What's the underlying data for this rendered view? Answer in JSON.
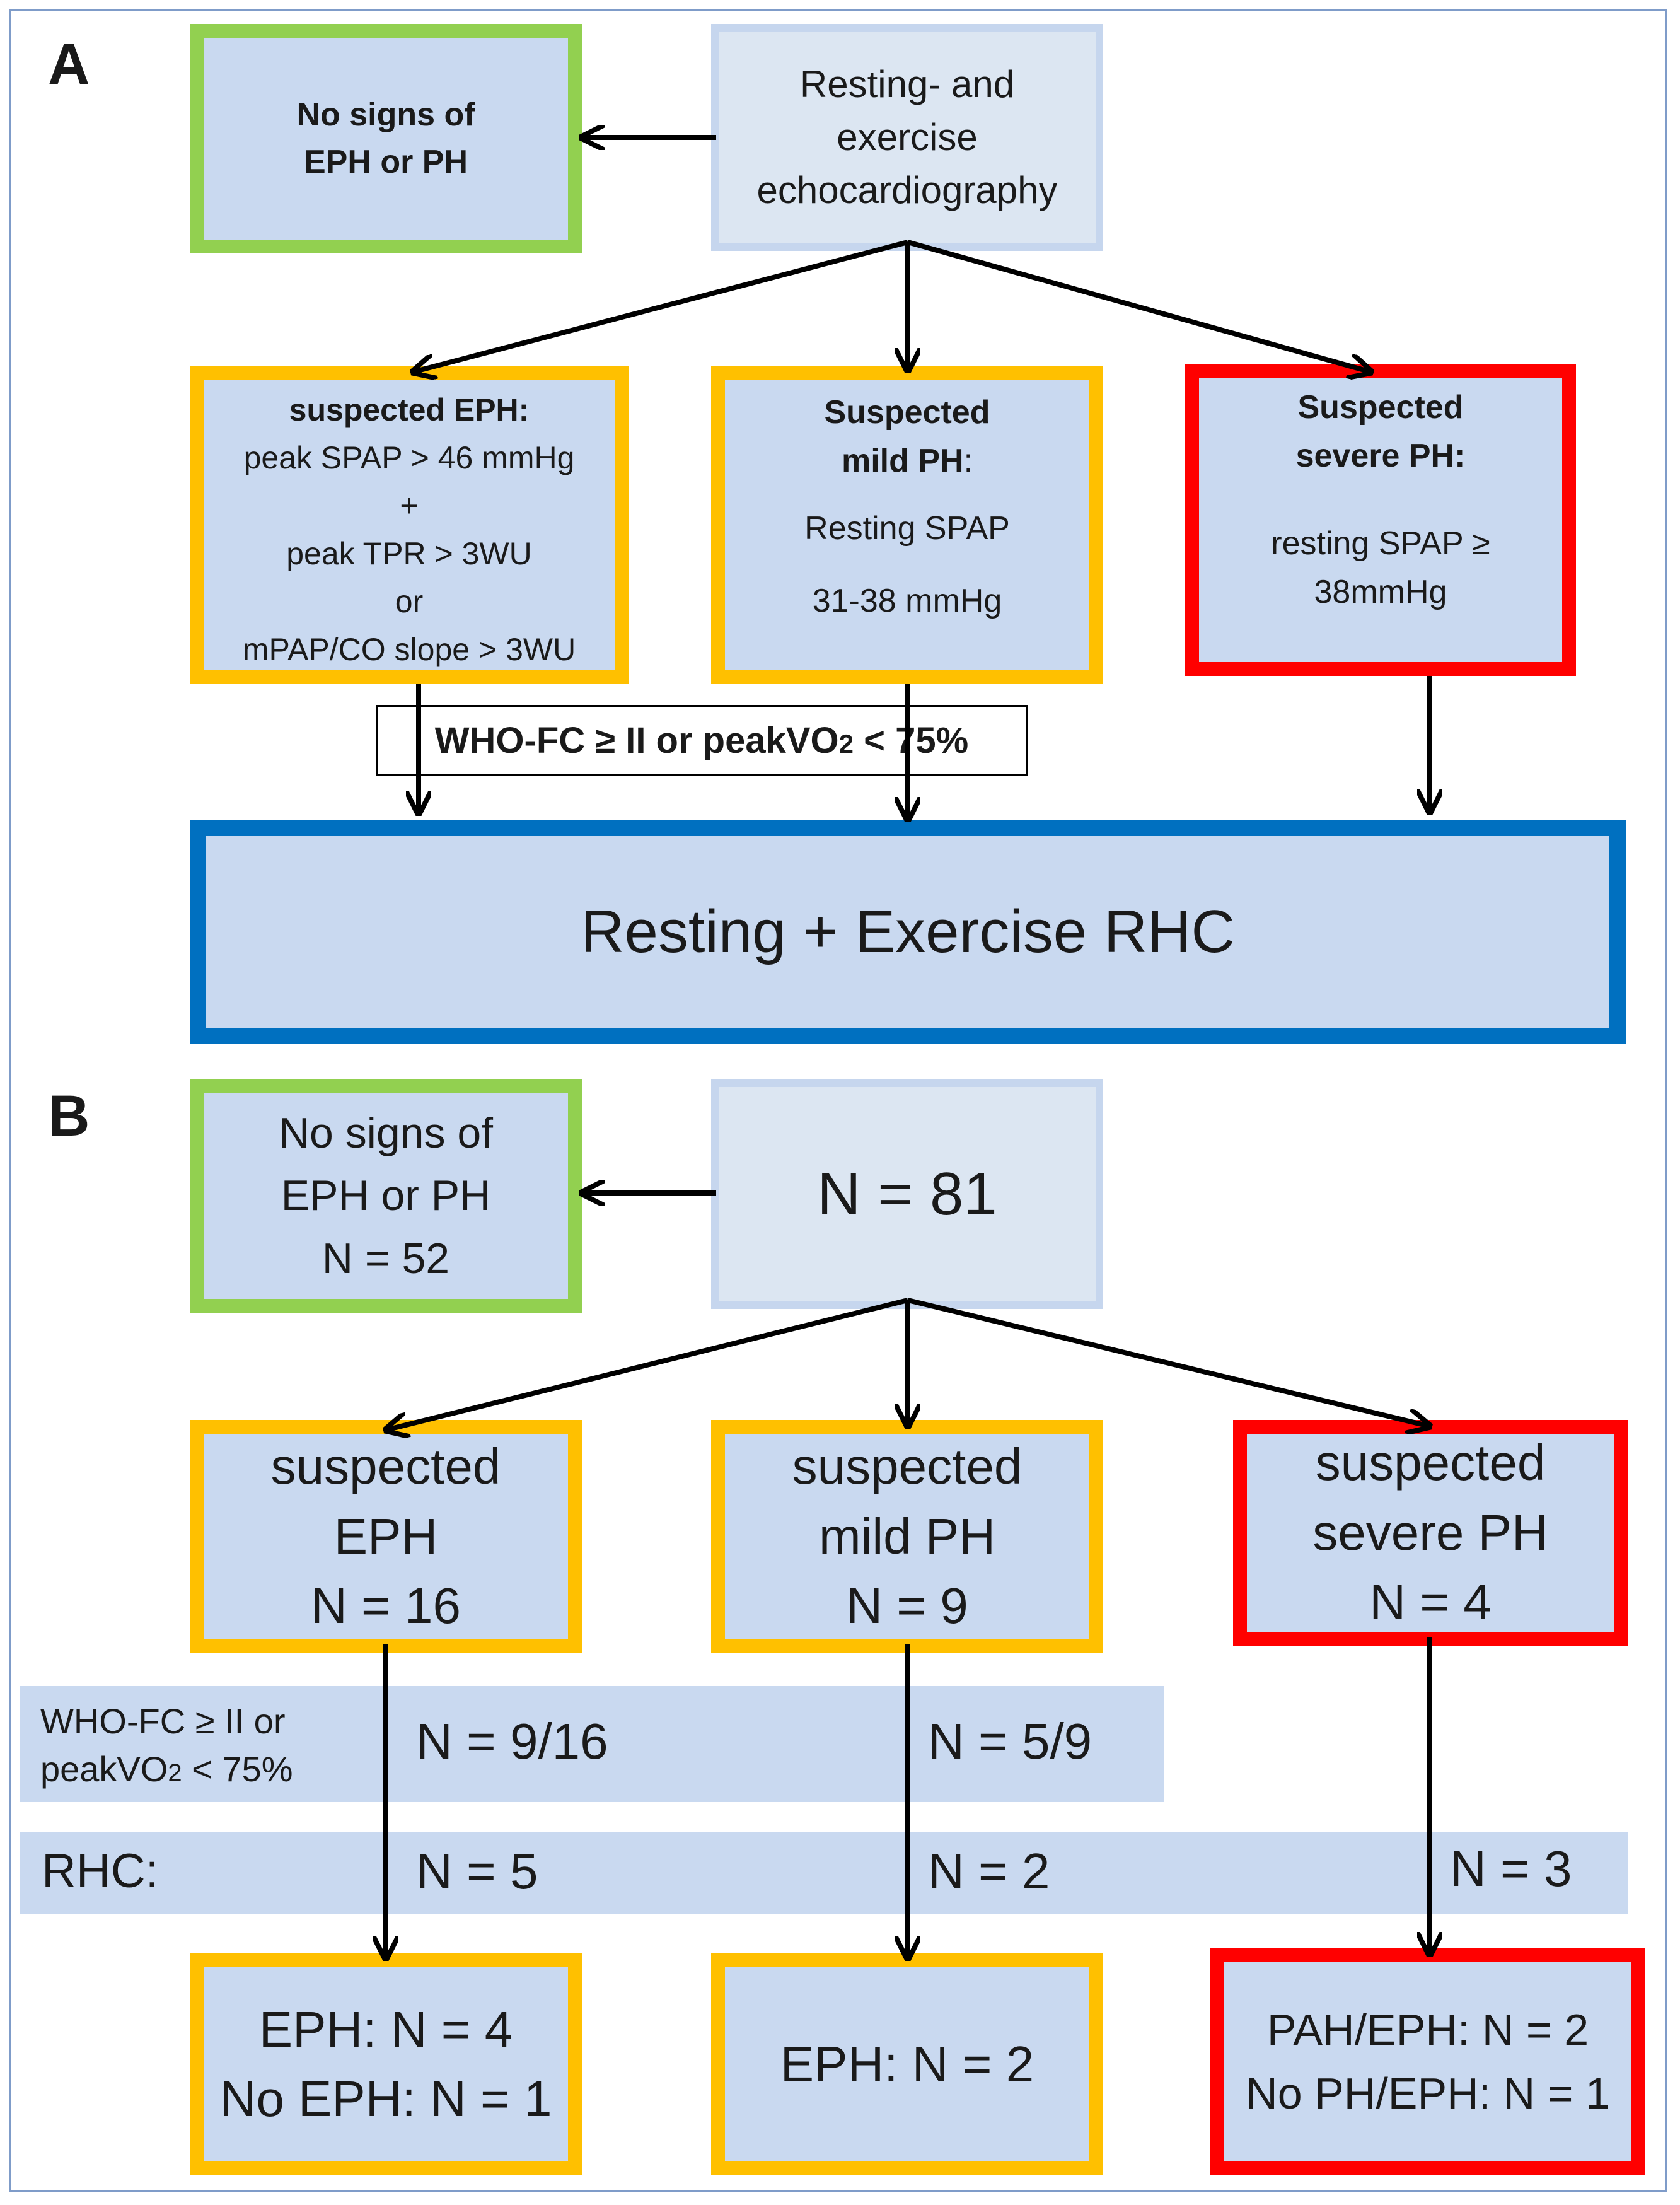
{
  "panel_a": {
    "label": "A",
    "start": {
      "lines": [
        "Resting- and",
        "exercise",
        "echocardiography"
      ]
    },
    "no_signs": {
      "lines": [
        "No signs of",
        "EPH or PH"
      ]
    },
    "eph": {
      "title": "suspected EPH:",
      "lines": [
        "peak SPAP > 46 mmHg",
        "+",
        "peak TPR > 3WU",
        "or",
        "mPAP/CO slope > 3WU"
      ]
    },
    "mild": {
      "title_lines": [
        "Suspected",
        "mild PH"
      ],
      "title_suffix": ":",
      "lines": [
        "Resting SPAP",
        "31-38 mmHg"
      ]
    },
    "severe": {
      "title_lines": [
        "Suspected",
        "severe PH:"
      ],
      "lines": [
        "resting SPAP ≥",
        "38mmHg"
      ]
    },
    "criteria": {
      "prefix": "WHO-FC ≥ II or peakVO",
      "subscript": "2",
      "suffix": " < 75%"
    },
    "rhc": "Resting + Exercise RHC"
  },
  "panel_b": {
    "label": "B",
    "start": "N = 81",
    "no_signs": {
      "lines": [
        "No signs of",
        "EPH or PH",
        "N = 52"
      ]
    },
    "eph": {
      "lines": [
        "suspected",
        "EPH",
        "N = 16"
      ]
    },
    "mild": {
      "lines": [
        "suspected",
        "mild PH",
        "N = 9"
      ]
    },
    "severe": {
      "lines": [
        "suspected",
        "severe PH",
        "N = 4"
      ]
    },
    "criteria_band": {
      "label_line1": "WHO-FC ≥ II or",
      "label_line2_prefix": "peakVO",
      "label_line2_subscript": "2",
      "label_line2_suffix": " < 75%",
      "eph_count": "N = 9/16",
      "mild_count": "N = 5/9"
    },
    "rhc_band": {
      "label": "RHC:",
      "eph_count": "N = 5",
      "mild_count": "N = 2",
      "severe_count": "N = 3"
    },
    "eph_result": {
      "lines": [
        "EPH: N = 4",
        "No EPH: N = 1"
      ]
    },
    "mild_result": {
      "lines": [
        "EPH: N = 2"
      ]
    },
    "severe_result": {
      "lines": [
        "PAH/EPH: N = 2",
        "No PH/EPH: N = 1"
      ]
    }
  }
}
